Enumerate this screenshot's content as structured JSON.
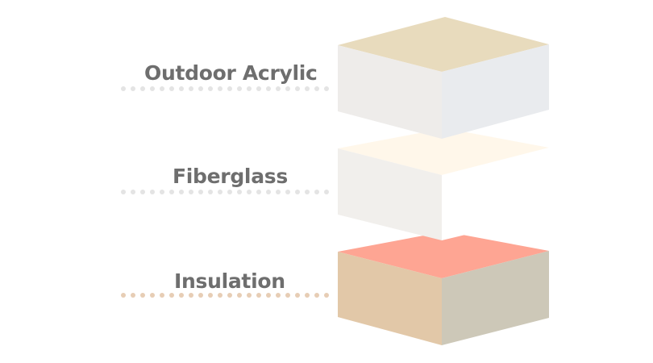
{
  "layers": [
    {
      "label": "Outdoor Acrylic",
      "colors": {
        "top": "#e8dbbd",
        "left": "#eeecea",
        "right": "#e9ebee",
        "dots": "#e4e4e4"
      }
    },
    {
      "label": "Fiberglass",
      "colors": {
        "top": "#fff7ea",
        "left": "#f1efec",
        "right": "#ffffff",
        "dots": "#e4e4e4"
      }
    },
    {
      "label": "Insulation",
      "colors": {
        "top": "#fea593",
        "left": "#e2c8a8",
        "right": "#cdc8b8",
        "dots": "#e7cdb5"
      }
    }
  ]
}
